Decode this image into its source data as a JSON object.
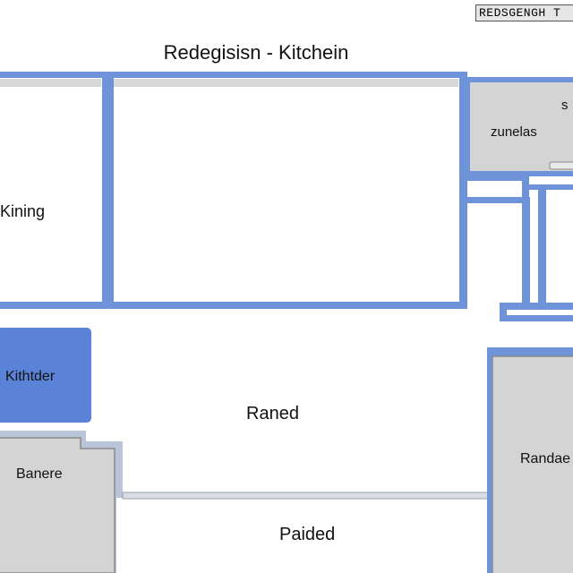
{
  "plan": {
    "title": "Redegisisn - Kitchein",
    "corner_label": "REDSGENGH T",
    "colors": {
      "wall": "#6f93d8",
      "room_fill": "#d4d4d4",
      "highlight_fill": "#5a83d8",
      "divider": "#b8bfc8"
    },
    "rooms": {
      "kining": "Kining",
      "zunelas": "zunelas",
      "corner_s": "s",
      "kithtder": "Kithtder",
      "raned": "Raned",
      "banere": "Banere",
      "randae": "Randae",
      "paided": "Paided"
    }
  }
}
